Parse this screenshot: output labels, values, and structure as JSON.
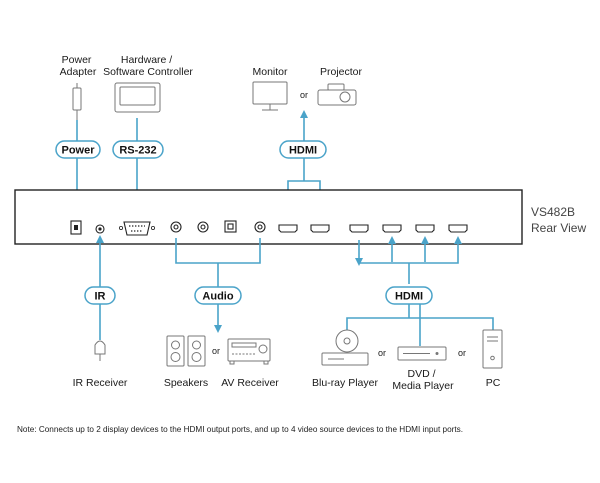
{
  "device": {
    "model": "VS482B",
    "view": "Rear View"
  },
  "labels": {
    "power_adapter": [
      "Power",
      "Adapter"
    ],
    "controller": [
      "Hardware /",
      "Software Controller"
    ],
    "monitor": "Monitor",
    "projector": "Projector",
    "or": "or",
    "ir_receiver": "IR Receiver",
    "speakers": "Speakers",
    "av_receiver": "AV Receiver",
    "bluray": "Blu-ray Player",
    "dvd": [
      "DVD /",
      "Media Player"
    ],
    "pc": "PC"
  },
  "pills": {
    "power": "Power",
    "rs232": "RS-232",
    "hdmi_out": "HDMI",
    "ir": "IR",
    "audio": "Audio",
    "hdmi_in": "HDMI"
  },
  "note": "Note: Connects up to 2 display devices to the HDMI output ports, and up to 4 video source devices to the HDMI input ports.",
  "colors": {
    "wire": "#4aa3c9",
    "outline": "#222222"
  }
}
